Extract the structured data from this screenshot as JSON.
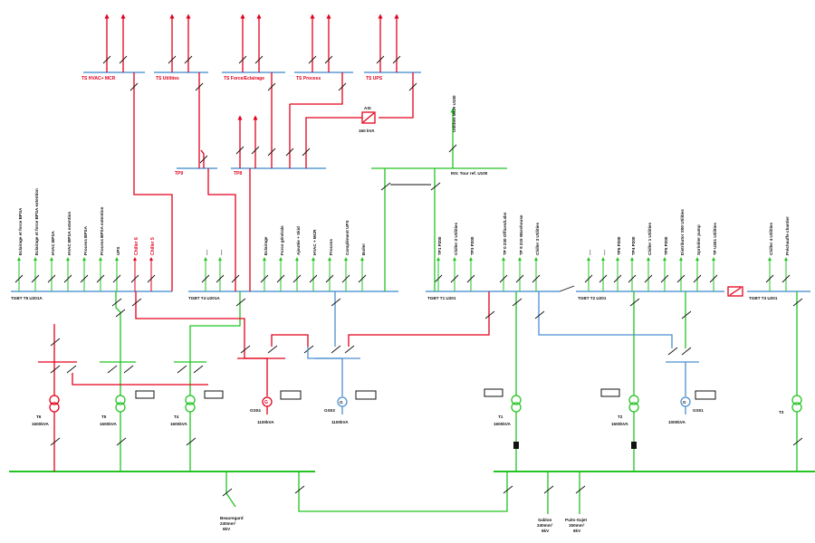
{
  "top_boards": [
    "TS HVAC+ MCR",
    "TS Utilities",
    "TS Force/Eclairage",
    "TS Process",
    "TS UPS"
  ],
  "sub_boards": [
    "TP9",
    "TP8"
  ],
  "asi": {
    "label": "ASI",
    "rating": "160 kVA"
  },
  "utilities_mcr": "Utilities MCR U100",
  "inv": "INV. Tour ref. U100",
  "tgbt": {
    "t5": "TGBT T5 U201A",
    "t4": "TGBT T4 U201A",
    "t1": "TGBT T1 U201",
    "t2": "TGBT T2 U201",
    "t3": "TGBT T3 U201"
  },
  "feeders_t5": [
    "Eclairage et force BPSA",
    "Eclairage et force BPSA extention",
    "HVAC BPSA",
    "HVAC BPSA extention",
    "Process BPSA",
    "Process BPSA extention",
    "UPS",
    "Chiller 6",
    "Chiller 5"
  ],
  "feeders_t4": [
    "----",
    "----",
    "Eclairage",
    "Force générale",
    "Ajoutée + Skid",
    "HVAC + MCR",
    "Process",
    "Complément UPS",
    "Boiler"
  ],
  "feeders_t1": [
    "TP1 P200",
    "Chiller 2 Utilities",
    "TP3 P200",
    "TP 0 230 Offices/Labs",
    "TP 8 215 Warehouse",
    "Chiller 3 Utilities"
  ],
  "feeders_t2": [
    "----",
    "----",
    "TP6 P200",
    "TP4 P200",
    "Chiller 1 Utilities",
    "TP5 P200",
    "Distributor S00 Utilities",
    "Sprinkler pump",
    "TP U201 Utilities"
  ],
  "feeders_t3": [
    "Chiller 4 Utilities",
    "Préchauffe chantier"
  ],
  "transformers": [
    {
      "name": "T6",
      "rating": "1600kVA"
    },
    {
      "name": "T5",
      "rating": "1600kVA"
    },
    {
      "name": "T4",
      "rating": "1600kVA"
    },
    {
      "name": "T1",
      "rating": "1600kVA"
    },
    {
      "name": "T2",
      "rating": "1600kVA"
    },
    {
      "name": "T3",
      "rating": ""
    }
  ],
  "generators": [
    {
      "name": "GS04",
      "rating": "1100kVA",
      "symbol": "G"
    },
    {
      "name": "GS03",
      "rating": "1100kVA",
      "symbol": "G"
    },
    {
      "name": "GS01",
      "rating": "1000kVA",
      "symbol": "G"
    }
  ],
  "cables": [
    {
      "name": "Beauregard",
      "section": "240mm²",
      "voltage": "6kV"
    },
    {
      "name": "Sablon",
      "section": "240mm²",
      "voltage": "6kV"
    },
    {
      "name": "Puits-Sujet",
      "section": "150mm²",
      "voltage": "6kV"
    }
  ],
  "colors": {
    "normal": "#22c322",
    "emergency": "#e3001b",
    "generator": "#4a8fd0",
    "busbar": "#5a9bd6",
    "wire": "#111111"
  }
}
